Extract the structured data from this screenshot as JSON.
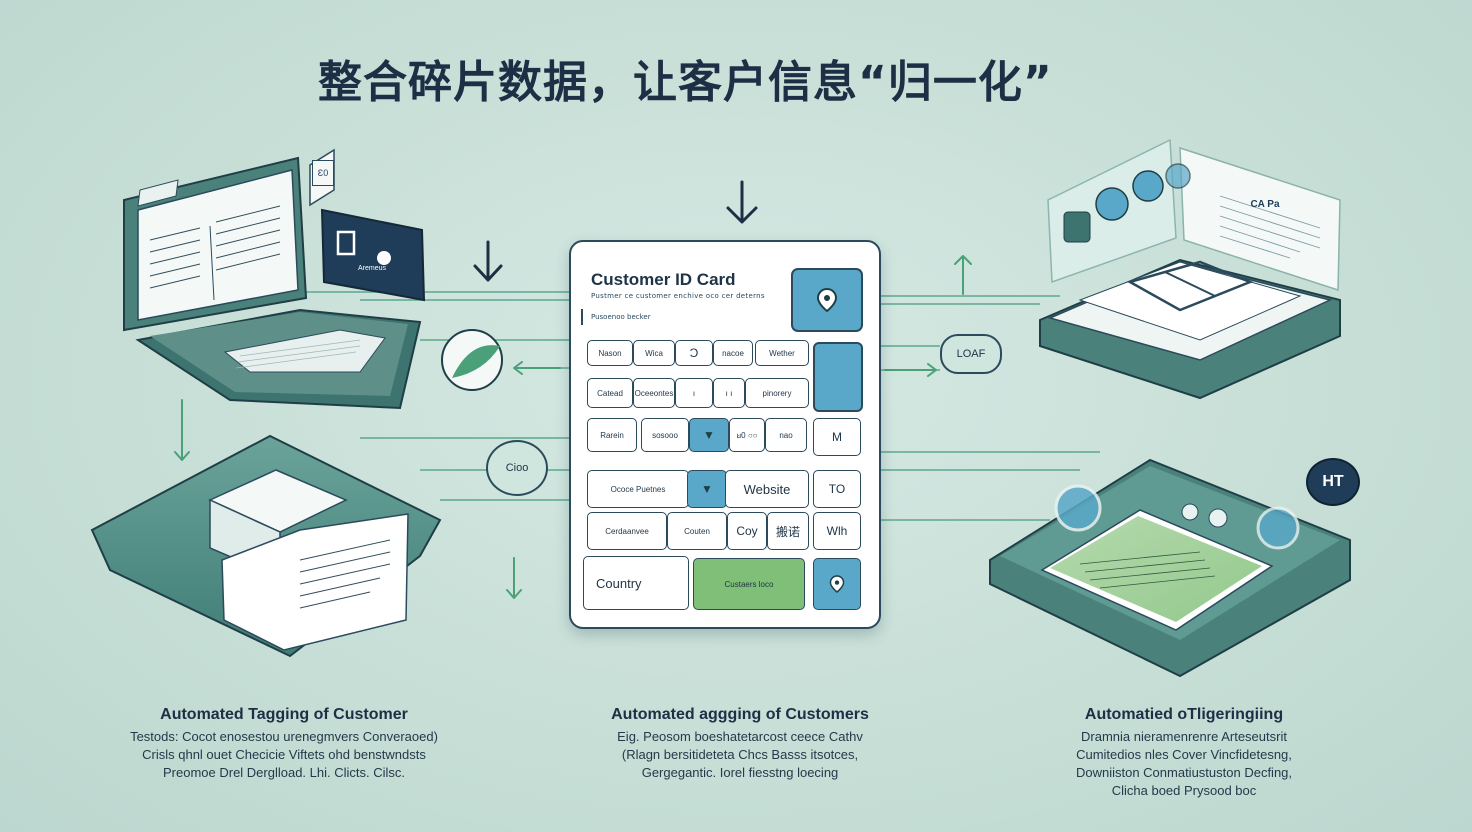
{
  "title": "整合碎片数据，让客户信息“归一化”",
  "colors": {
    "teal_dark": "#2f6e6a",
    "teal_mid": "#5f9b92",
    "blue_accent": "#5aa8c9",
    "green_accent": "#7fbf77",
    "navy": "#1c2f44",
    "background": "#c9e0d9"
  },
  "card": {
    "title": "Customer ID Card",
    "subtitle": "Pustmer ce customer enchive oco cer deterns",
    "search_text": "Pusoenoo becker",
    "rows": [
      [
        "Nason",
        "Wica",
        "Ɔ",
        "nacoe",
        "Wether"
      ],
      [
        "Catead",
        "Oceeontes",
        "ı",
        "ı  ı",
        "pinorery"
      ],
      [
        "Rarein",
        "sosooo",
        "▼",
        "ꞟ0 ○○",
        "nao",
        "M"
      ],
      [
        "Ococe Puetnes",
        "▼",
        "Website",
        "TO"
      ],
      [
        "Cerdaanvee",
        "Couten",
        "Coy",
        "搬诺",
        "Wlh"
      ]
    ],
    "country_label": "Country",
    "country_value": "Custaers loco"
  },
  "bubbles": {
    "left": "Cioo",
    "right": "LOAF"
  },
  "badges": {
    "laptop_side": "Ɛ0",
    "card_tag": "Aremeus",
    "tablet_corner": "HT",
    "top_right": "CA Pa"
  },
  "captions": [
    {
      "title": "Automated Tagging of Customer",
      "lines": [
        "Testods: Cocot enosestou urenegmvers Converaoed)",
        "Crisls qhnl ouet Checicie Viftets ohd benstwndsts",
        "Preomoe Drel Derglload.  Lhi. Clicts. Cilsc."
      ]
    },
    {
      "title": "Automated aggging of Customers",
      "lines": [
        "Eig. Peosom boeshatetarcost ceece Cathv",
        "(Rlagn bersitideteta Chcs Basss itsotces,",
        "Gergegantic. Iorel fiesstng loecing"
      ]
    },
    {
      "title": "Automatied oTligeringiing",
      "lines": [
        "Dramnia nieramenrenre  Arteseutsrit",
        "Cumitedios nles Cover Vincfidetesng,",
        "Downiiston Conmatiustuston Decfing,",
        "Clicha boed Prysood boc"
      ]
    }
  ]
}
